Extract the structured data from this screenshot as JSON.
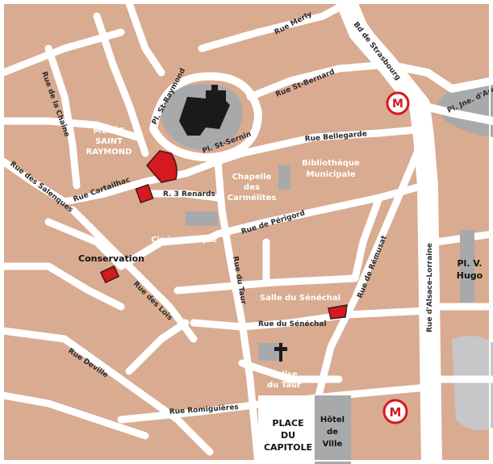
{
  "map": {
    "colors": {
      "land": "#d9ab90",
      "road": "#ffffff",
      "building": "#a8a9ab",
      "church": "#1a1a1a",
      "landmark": "#d4191f",
      "metro": "#d4191f",
      "place_label": "#ffffff",
      "street_label": "#2b2b2b"
    },
    "streets": {
      "rue_merly": "Rue Merly",
      "bd_strasbourg": "Bd de Strasbourg",
      "rue_st_bernard": "Rue St-Bernard",
      "pl_st_raymond": "Pl. St-Raymond",
      "rue_de_la_chaine": "Rue de la Chaîne",
      "pl_st_sernin": "Pl. St-Sernin",
      "rue_bellegarde": "Rue Bellegarde",
      "pl_jne_arc": "Pl. Jne. d'Arc",
      "rue_des_salenques": "Rue des Salenques",
      "rue_cartailhac": "Rue Cartailhac",
      "r_3_renards": "R. 3 Renards",
      "rue_de_perigord": "Rue de Périgord",
      "rue_du_taur": "Rue du Taur",
      "rue_de_remusat": "Rue de Rémusat",
      "rue_alsace_lorraine": "Rue d'Alsace-Lorraine",
      "rue_des_lois": "Rue des Lois",
      "rue_du_senechal": "Rue du Sénéchal",
      "rue_deville": "Rue Deville",
      "rue_romiguieres": "Rue Romiguières"
    },
    "places": {
      "musee_line1": "MUSÉE",
      "musee_line2": "SAINT",
      "musee_line3": "RAYMOND",
      "chapelle_line1": "Chapelle",
      "chapelle_line2": "des",
      "chapelle_line3": "Carmélites",
      "bibliotheque_line1": "Bibliothèque",
      "bibliotheque_line2": "Municipale",
      "cinematheque": "Cinémathèque",
      "conservation": "Conservation",
      "salle_senechal": "Salle du Sénéchal",
      "eglise_line1": "Église",
      "eglise_line2": "du Taur",
      "pl_v_hugo_line1": "Pl. V.",
      "pl_v_hugo_line2": "Hugo",
      "place_capitole_line1": "PLACE",
      "place_capitole_line2": "DU",
      "place_capitole_line3": "CAPITOLE",
      "hotel_line1": "Hôtel",
      "hotel_line2": "de",
      "hotel_line3": "Ville"
    },
    "metro_icon_letter": "M"
  }
}
